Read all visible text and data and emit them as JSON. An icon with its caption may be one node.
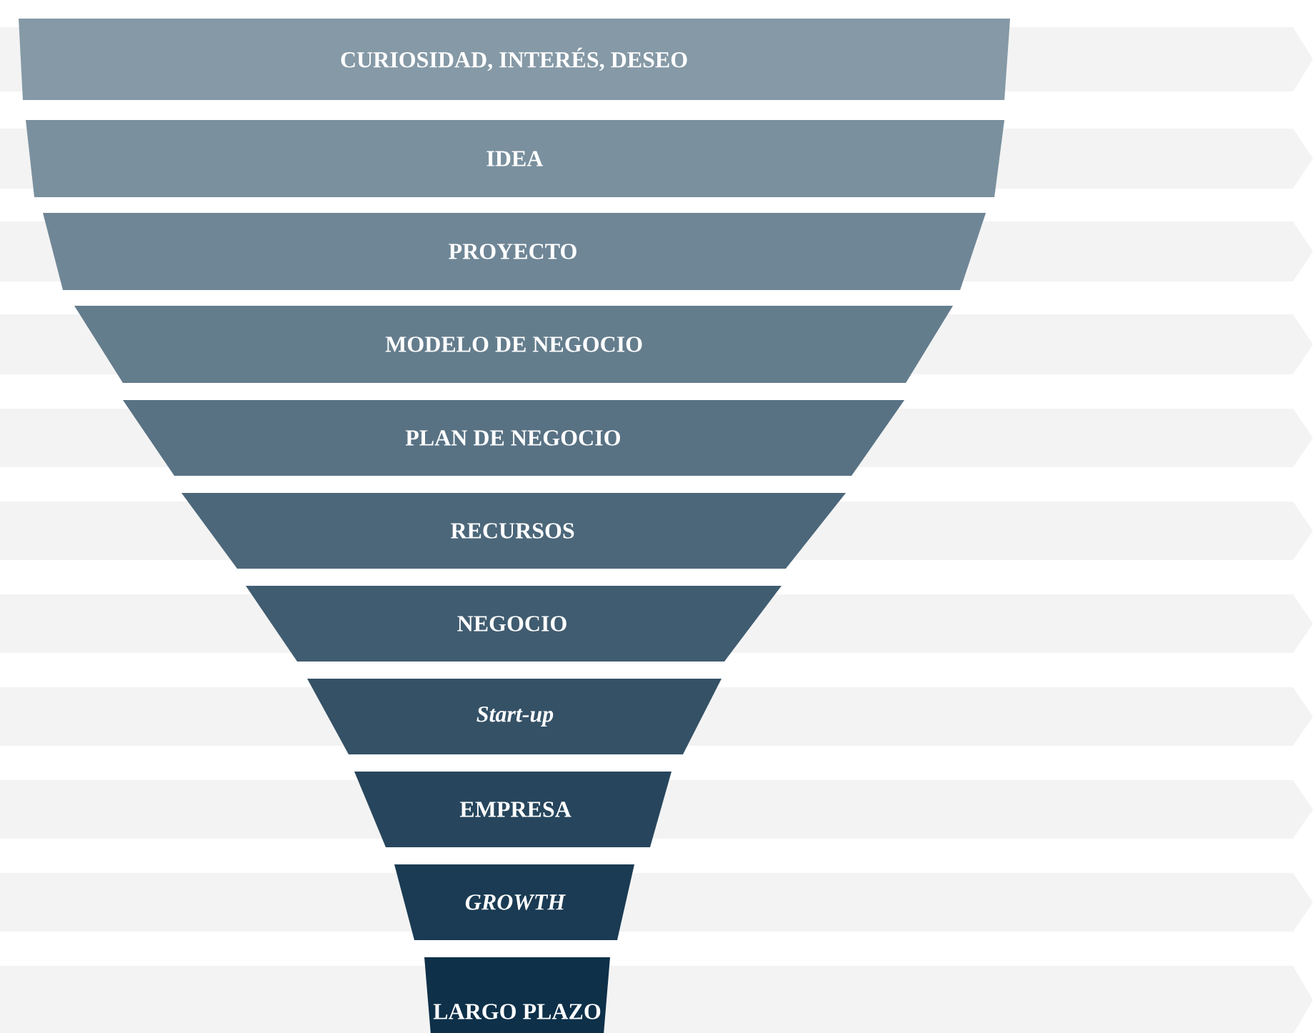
{
  "diagram": {
    "nodes": [
      {
        "text": [
          "CURIOSIDAD, INTERÉS, DESEO"
        ]
      },
      {
        "text": [
          "IDEA"
        ]
      },
      {
        "text": [
          "PROYECTO"
        ]
      },
      {
        "text": [
          "MODELO DE NEGOCIO"
        ]
      },
      {
        "text": [
          "PLAN DE NEGOCIO"
        ]
      },
      {
        "text": [
          "RECURSOS"
        ]
      },
      {
        "text": [
          "NEGOCIO"
        ]
      },
      {
        "text": [
          "Start-up"
        ]
      },
      {
        "text": [
          "EMPRESA"
        ]
      },
      {
        "text": [
          "GROWTH"
        ]
      },
      {
        "text": [
          "LARGO PLAZO"
        ]
      }
    ]
  }
}
